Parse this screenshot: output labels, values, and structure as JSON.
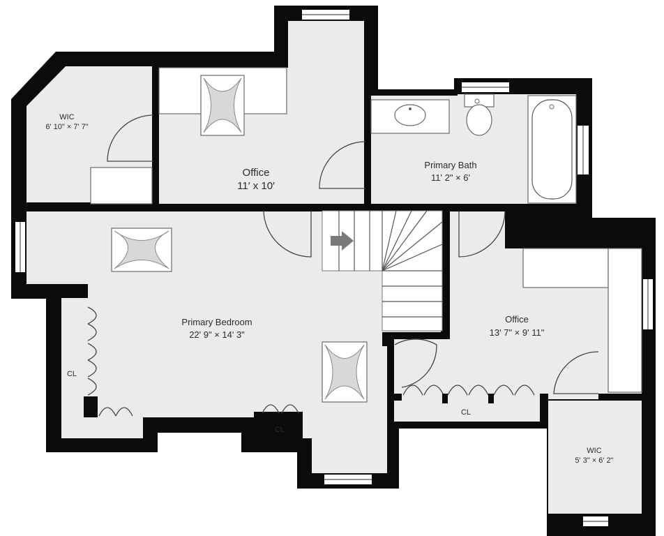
{
  "rooms": {
    "wic_left": {
      "name": "WIC",
      "dims": "6' 10\" × 7' 7\""
    },
    "office_top": {
      "name": "Office",
      "dims": "11′ x 10′"
    },
    "primary_bath": {
      "name": "Primary Bath",
      "dims": "11' 2\" × 6'"
    },
    "primary_bedroom": {
      "name": "Primary Bedroom",
      "dims": "22' 9\" × 14' 3\""
    },
    "office_right": {
      "name": "Office",
      "dims": "13' 7\" × 9' 11\""
    },
    "wic_right": {
      "name": "WIC",
      "dims": "5' 3\" × 6' 2\""
    }
  },
  "closets": {
    "left": "CL",
    "center": "CL",
    "office": "CL"
  },
  "colors": {
    "wall": "#0b0b0b",
    "floor": "#ebebeb",
    "fixture": "#ffffff",
    "arrow": "#7a7a7a"
  }
}
